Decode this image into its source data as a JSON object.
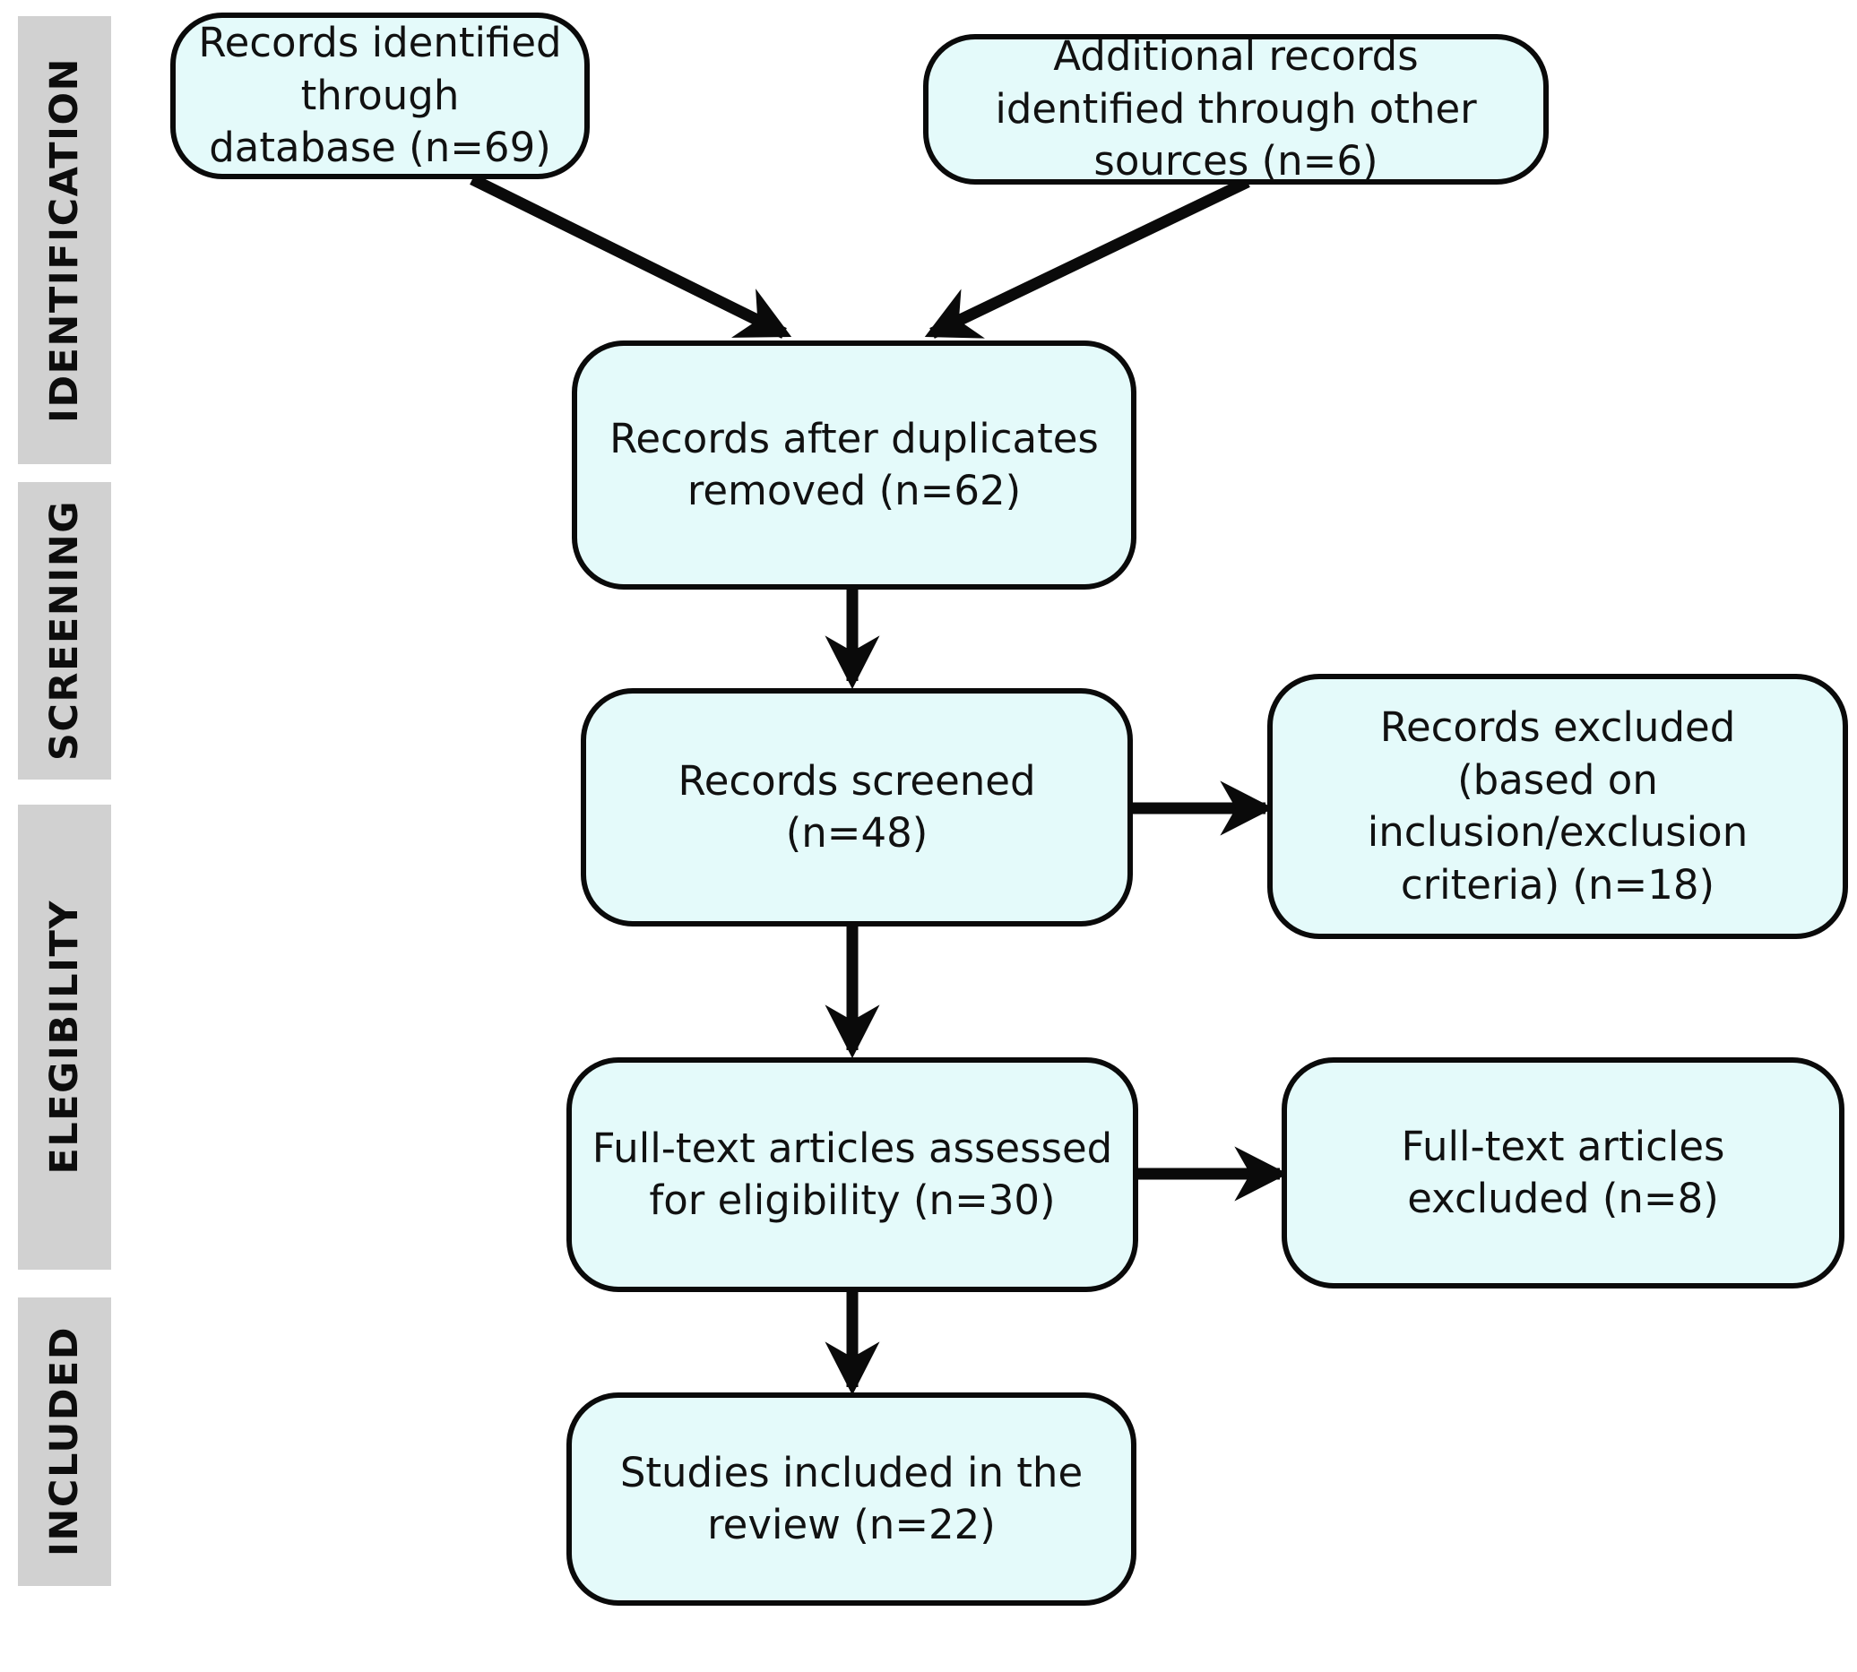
{
  "diagram": {
    "type": "prisma-flow-diagram",
    "title": "PRISMA study selection flow diagram",
    "colors": {
      "box_fill": "#e4fafa",
      "box_border": "#0a0a0a",
      "band_fill": "#d1d1d1",
      "text": "#111111",
      "arrow": "#0a0a0a",
      "background": "#ffffff"
    }
  },
  "stages": [
    {
      "id": "identification",
      "label": "IDENTIFICATION"
    },
    {
      "id": "screening",
      "label": "SCREENING"
    },
    {
      "id": "elegibility",
      "label": "ELEGIBILITY"
    },
    {
      "id": "included",
      "label": "INCLUDED"
    }
  ],
  "nodes": [
    {
      "id": "records-database",
      "stage": "identification",
      "text": "Records identified through\ndatabase (n=69)",
      "count": 69
    },
    {
      "id": "records-other-sources",
      "stage": "identification",
      "text": "Additional records\nidentified through other\nsources (n=6)",
      "count": 6
    },
    {
      "id": "records-after-duplicates",
      "stage": "screening",
      "text": "Records after duplicates\nremoved (n=62)",
      "count": 62
    },
    {
      "id": "records-screened",
      "stage": "screening",
      "text": "Records screened\n(n=48)",
      "count": 48
    },
    {
      "id": "records-excluded",
      "stage": "screening",
      "text": "Records excluded\n(based on\ninclusion/exclusion\ncriteria) (n=18)",
      "count": 18
    },
    {
      "id": "fulltext-assessed",
      "stage": "elegibility",
      "text": "Full-text articles assessed\nfor eligibility (n=30)",
      "count": 30
    },
    {
      "id": "fulltext-excluded",
      "stage": "elegibility",
      "text": "Full-text articles\nexcluded (n=8)",
      "count": 8
    },
    {
      "id": "studies-included",
      "stage": "included",
      "text": "Studies included in the\nreview (n=22)",
      "count": 22
    }
  ],
  "edges": [
    {
      "id": "edge-db-to-dedup",
      "from": "records-database",
      "to": "records-after-duplicates",
      "style": "diagonal-arrow"
    },
    {
      "id": "edge-other-to-dedup",
      "from": "records-other-sources",
      "to": "records-after-duplicates",
      "style": "diagonal-arrow"
    },
    {
      "id": "edge-dedup-to-screened",
      "from": "records-after-duplicates",
      "to": "records-screened",
      "style": "vertical-arrow"
    },
    {
      "id": "edge-screened-to-excluded",
      "from": "records-screened",
      "to": "records-excluded",
      "style": "horizontal-arrow"
    },
    {
      "id": "edge-screened-to-fulltext",
      "from": "records-screened",
      "to": "fulltext-assessed",
      "style": "vertical-arrow"
    },
    {
      "id": "edge-fulltext-to-excluded",
      "from": "fulltext-assessed",
      "to": "fulltext-excluded",
      "style": "horizontal-arrow"
    },
    {
      "id": "edge-fulltext-to-included",
      "from": "fulltext-assessed",
      "to": "studies-included",
      "style": "vertical-arrow"
    }
  ]
}
